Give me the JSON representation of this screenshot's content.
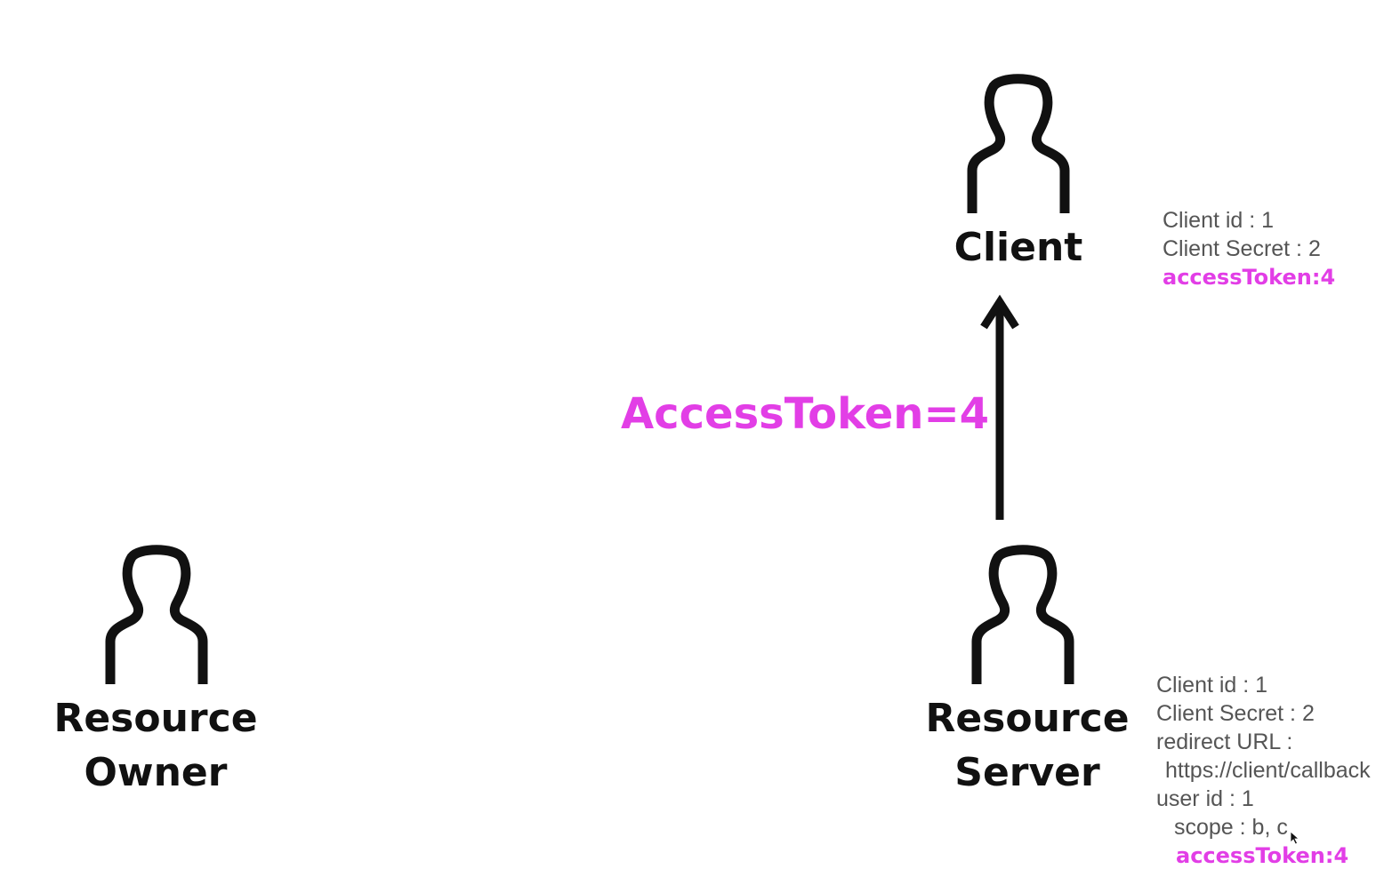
{
  "actors": {
    "client": {
      "label": "Client"
    },
    "resource_owner": {
      "line1": "Resource",
      "line2": "Owner"
    },
    "resource_server": {
      "line1": "Resource",
      "line2": "Server"
    }
  },
  "client_info": {
    "client_id": "Client id : 1",
    "client_secret": "Client Secret : 2",
    "access_token": "accessToken:4"
  },
  "server_info": {
    "client_id": "Client id : 1",
    "client_secret": "Client Secret : 2",
    "redirect_label": "redirect URL :",
    "redirect_url": "https://client/callback",
    "user_id": "user id : 1",
    "scope": "scope : b, c",
    "access_token": "accessToken:4"
  },
  "flow": {
    "label": "AccessToken=4",
    "from": "resource_server",
    "to": "client"
  },
  "colors": {
    "highlight": "#e23ee6",
    "ink": "#111111",
    "info_text": "#555555"
  },
  "icons": [
    "person-icon",
    "arrow-up-icon",
    "mouse-cursor-icon"
  ]
}
